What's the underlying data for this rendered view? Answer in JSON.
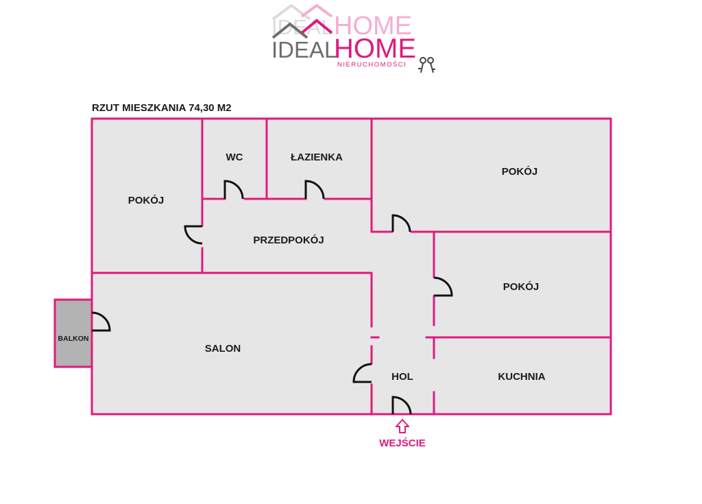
{
  "colors": {
    "wall": "#e0197d",
    "floor": "#e6e6e6",
    "balcony_floor": "#b3b3b3",
    "door": "#111111",
    "logo_gray": "#6d6d6d",
    "logo_pink": "#e0197d"
  },
  "logo": {
    "ghost_word1": "IDEAL",
    "ghost_word2": "HOME",
    "word1": "IDEAL",
    "word2": "HOME",
    "tagline": "NIERUCHOMOŚCI",
    "house_icon": "house-roof-icon",
    "keys_icon": "keys-icon"
  },
  "plan": {
    "title": "RZUT MIESZKANIA 74,30 M2",
    "rooms": {
      "pokoj_left": "POKÓJ",
      "wc": "WC",
      "lazienka": "ŁAZIENKA",
      "pokoj_top_right": "POKÓJ",
      "przedpokoj": "PRZEDPOKÓJ",
      "pokoj_mid_right": "POKÓJ",
      "salon": "SALON",
      "balkon": "BALKON",
      "hol": "HOL",
      "kuchnia": "KUCHNIA"
    },
    "entrance": {
      "label": "WEJŚCIE",
      "icon": "arrow-up-icon"
    }
  }
}
